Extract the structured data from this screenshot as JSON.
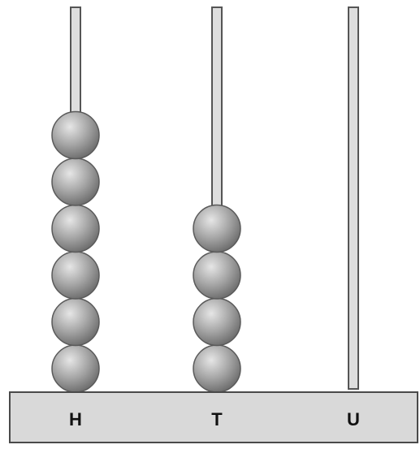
{
  "abacus": {
    "columns": [
      {
        "label": "H",
        "beads": 6
      },
      {
        "label": "T",
        "beads": 4
      },
      {
        "label": "U",
        "beads": 0
      }
    ],
    "colors": {
      "rod_fill": "#dedede",
      "base_fill": "#d9d9d9",
      "bead_light": "#e6e6e6",
      "bead_mid": "#a6a6a6",
      "bead_dark": "#6e6e6e",
      "label": "#111111"
    }
  }
}
